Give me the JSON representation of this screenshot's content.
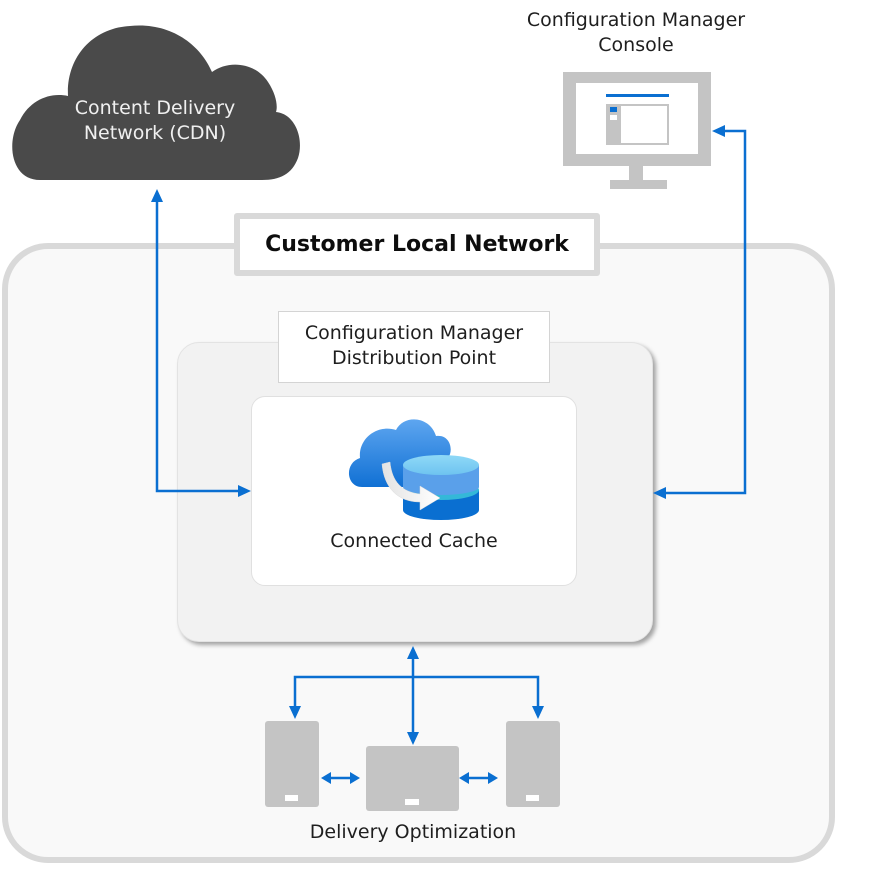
{
  "diagram": {
    "cdn": {
      "label_line1": "Content Delivery",
      "label_line2": "Network (CDN)",
      "fill": "#4a4a4a"
    },
    "console": {
      "label_line1": "Configuration Manager",
      "label_line2": "Console",
      "icon": "monitor-icon"
    },
    "network": {
      "title": "Customer Local Network"
    },
    "distribution_point": {
      "label_line1": "Configuration Manager",
      "label_line2": "Distribution Point"
    },
    "connected_cache": {
      "label": "Connected Cache",
      "icon": "cloud-database-icon"
    },
    "delivery_optimization": {
      "label": "Delivery Optimization",
      "devices": [
        "tablet-device",
        "laptop-device",
        "tablet-device"
      ]
    },
    "colors": {
      "arrow": "#0a6fd1",
      "device": "#c4c4c4",
      "frame": "#d9d9d9"
    },
    "connections": [
      {
        "from": "CDN",
        "to": "Connected Cache",
        "direction": "bidirectional"
      },
      {
        "from": "Configuration Manager Console",
        "to": "Configuration Manager Distribution Point",
        "direction": "bidirectional"
      },
      {
        "from": "Configuration Manager Distribution Point",
        "to": "Delivery Optimization devices",
        "direction": "bidirectional"
      },
      {
        "from": "Device",
        "to": "Device",
        "direction": "bidirectional",
        "note": "peer-to-peer"
      }
    ]
  }
}
